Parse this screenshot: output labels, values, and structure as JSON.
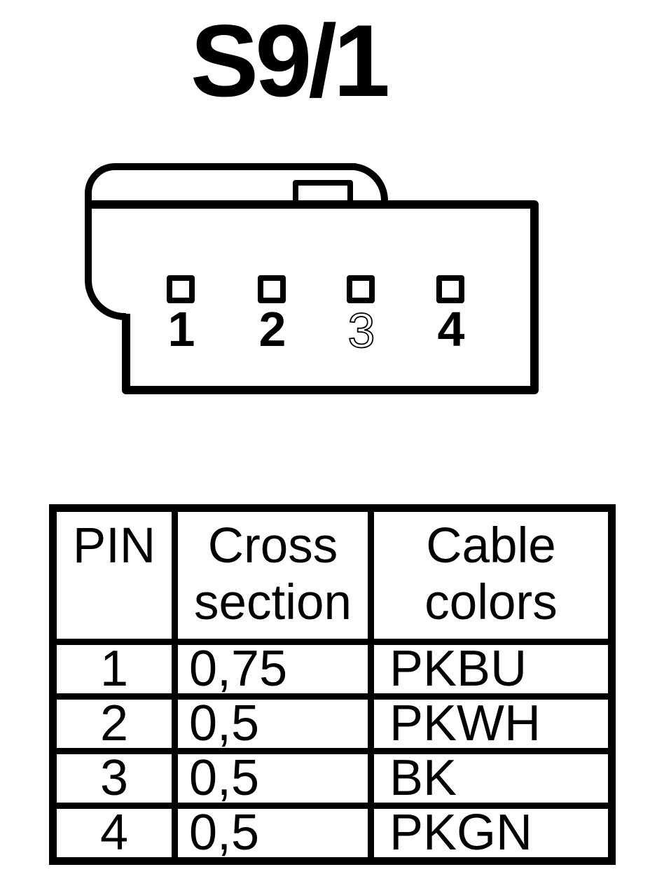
{
  "title": "S9/1",
  "colors": {
    "line": "#000000",
    "background": "#ffffff"
  },
  "connector": {
    "description": "4-pin connector front view with latch tab",
    "pins": [
      {
        "label": "1",
        "style": "bold"
      },
      {
        "label": "2",
        "style": "bold"
      },
      {
        "label": "3",
        "style": "thin-outline"
      },
      {
        "label": "4",
        "style": "bold"
      }
    ]
  },
  "table": {
    "headers": [
      [
        "PIN"
      ],
      [
        "Cross",
        "section"
      ],
      [
        "Cable",
        "colors"
      ]
    ],
    "rows": [
      [
        "1",
        "0,75",
        "PKBU"
      ],
      [
        "2",
        "0,5",
        "PKWH"
      ],
      [
        "3",
        "0,5",
        "BK"
      ],
      [
        "4",
        "0,5",
        "PKGN"
      ]
    ]
  }
}
